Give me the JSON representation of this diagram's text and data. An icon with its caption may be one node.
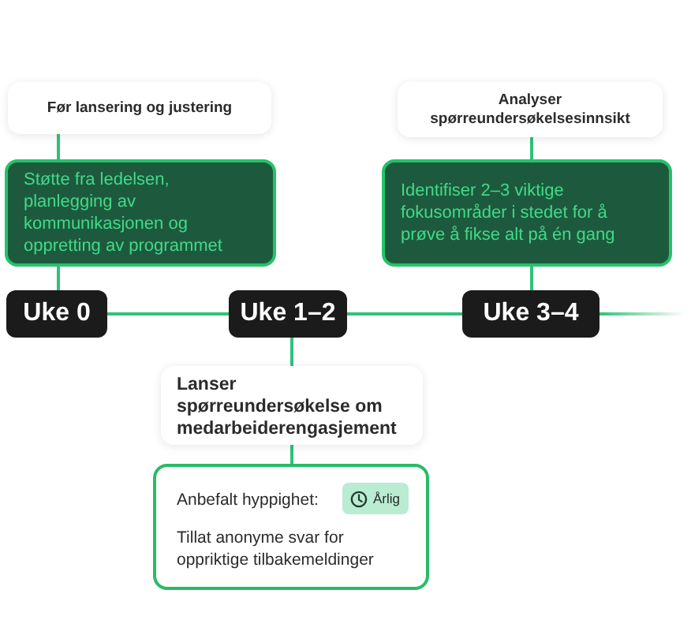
{
  "diagram": {
    "nodes": [
      {
        "text": [
          "Før lansering og justering"
        ]
      },
      {
        "text": [
          "Støtte fra ledelsen, planlegging av kommunikasjonen og oppretting av programmet"
        ]
      },
      {
        "text": [
          "Analyser spørreundersøkelsesinnsikt"
        ]
      },
      {
        "text": [
          "Identifiser 2–3 viktige fokusområder i stedet for å prøve å fikse alt på én gang"
        ]
      },
      {
        "text": [
          "Uke 0"
        ]
      },
      {
        "text": [
          "Uke 1–2"
        ]
      },
      {
        "text": [
          "Uke 3–4"
        ]
      },
      {
        "text": [
          "Lanser spørreundersøkelse om medarbeiderengasjement"
        ]
      },
      {
        "text": [
          "Anbefalt hyppighet:",
          "Tillat anonyme svar for oppriktige tilbakemeldinger"
        ]
      },
      {
        "text": [
          "Årlig"
        ],
        "in": 8
      }
    ],
    "edges": [
      {
        "from": 0,
        "to": 1,
        "arrow": "none"
      },
      {
        "from": 2,
        "to": 3,
        "arrow": "none"
      },
      {
        "from": 1,
        "to": 4,
        "arrow": "none"
      },
      {
        "from": 3,
        "to": 6,
        "arrow": "none"
      },
      {
        "from": 4,
        "to": 5,
        "arrow": "none"
      },
      {
        "from": 5,
        "to": 6,
        "arrow": "none"
      },
      {
        "from": 6,
        "to": null,
        "arrow": "none"
      },
      {
        "from": 5,
        "to": 7,
        "arrow": "none"
      },
      {
        "from": 7,
        "to": 8,
        "arrow": "none"
      }
    ]
  }
}
